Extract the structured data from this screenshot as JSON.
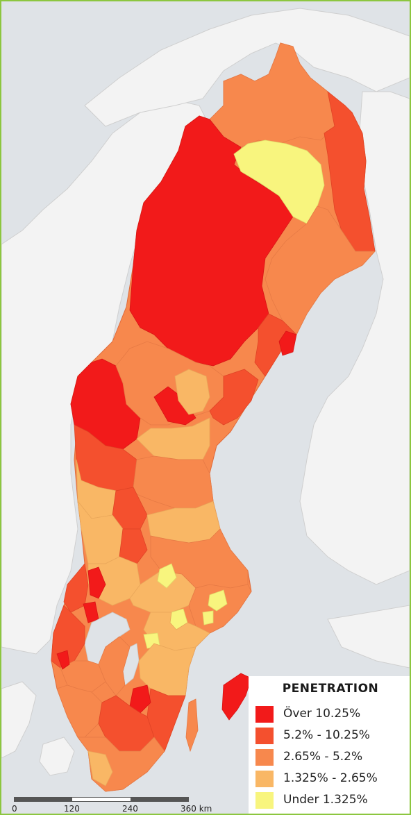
{
  "legend": {
    "title": "PENETRATION",
    "items": [
      {
        "label": "Över  10.25%",
        "color": "#f21a1a"
      },
      {
        "label": "5.2% - 10.25%",
        "color": "#f4502e"
      },
      {
        "label": "2.65% - 5.2%",
        "color": "#f7884d"
      },
      {
        "label": "1.325% - 2.65%",
        "color": "#f9b765"
      },
      {
        "label": "Under  1.325%",
        "color": "#f8f57e"
      }
    ]
  },
  "scale": {
    "ticks": [
      "0",
      "120",
      "240",
      "360 km"
    ]
  },
  "colors": {
    "sea": "#dfe3e7",
    "land": "#f3f3f3",
    "border": "#c9c9c9"
  }
}
